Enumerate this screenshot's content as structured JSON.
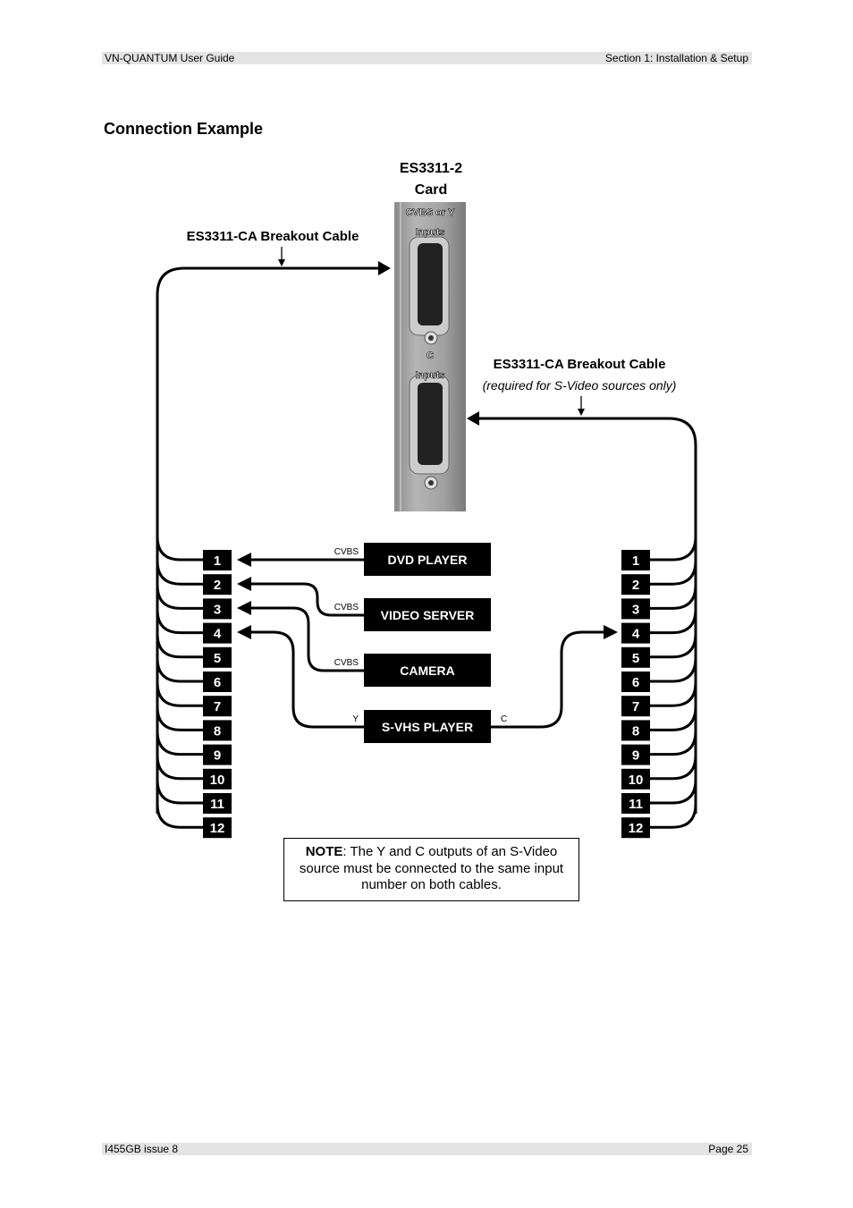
{
  "header": {
    "left": "VN-QUANTUM User Guide",
    "right": "Section 1: Installation & Setup"
  },
  "footer": {
    "left": "I455GB issue 8",
    "right": "Page 25"
  },
  "title": "Connection Example",
  "diagram": {
    "card_label_1": "ES3311-2",
    "card_label_2": "Card",
    "card_top_label_1": "CVBS or Y",
    "card_top_label_2": "Inputs",
    "card_bottom_label_1": "C",
    "card_bottom_label_2": "Inputs",
    "left_cable_label": "ES3311-CA Breakout Cable",
    "right_cable_label": "ES3311-CA Breakout Cable",
    "right_cable_sublabel": "(required for S-Video sources only)",
    "inputs": [
      "1",
      "2",
      "3",
      "4",
      "5",
      "6",
      "7",
      "8",
      "9",
      "10",
      "11",
      "12"
    ],
    "devices": [
      {
        "name": "DVD PLAYER",
        "signal": "CVBS"
      },
      {
        "name": "VIDEO SERVER",
        "signal": "CVBS"
      },
      {
        "name": "CAMERA",
        "signal": "CVBS"
      },
      {
        "name": "S-VHS PLAYER",
        "signal": "Y",
        "signal2": "C"
      }
    ]
  },
  "note": {
    "bold": "NOTE",
    "text": ": The Y and C outputs of an S-Video source must be connected to the same input number on both cables."
  }
}
